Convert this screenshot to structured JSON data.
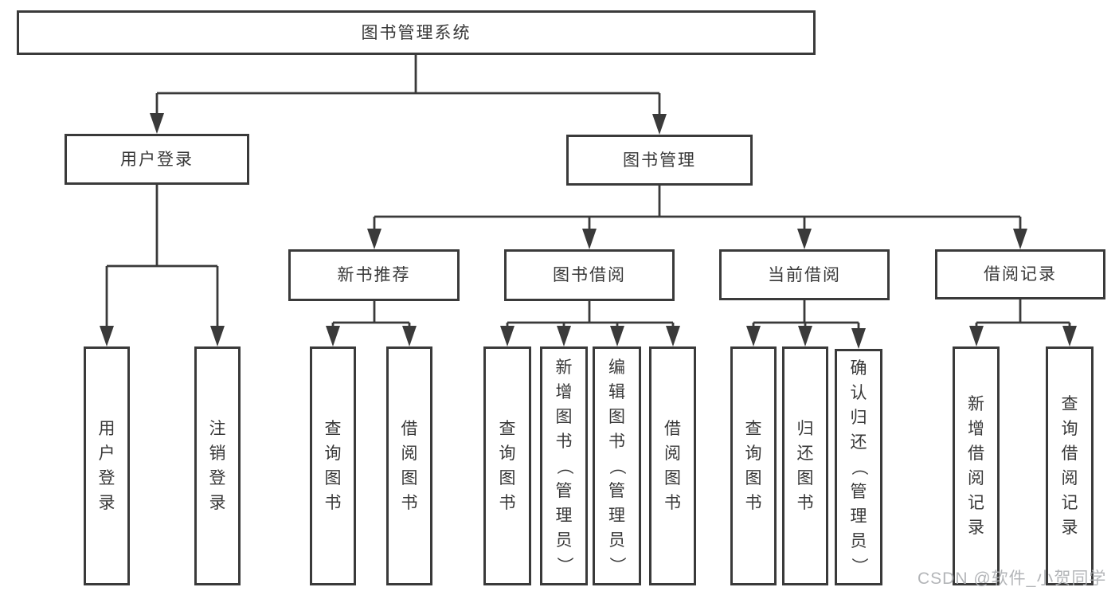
{
  "diagram": {
    "tree": {
      "root": {
        "label": "图书管理系统"
      },
      "branches": [
        {
          "label": "用户登录",
          "children": [
            {
              "label": "用户登录"
            },
            {
              "label": "注销登录"
            }
          ]
        },
        {
          "label": "图书管理",
          "children": [
            {
              "label": "新书推荐",
              "children": [
                {
                  "label": "查询图书"
                },
                {
                  "label": "借阅图书"
                }
              ]
            },
            {
              "label": "图书借阅",
              "children": [
                {
                  "label": "查询图书"
                },
                {
                  "label": "新增图书（管理员）"
                },
                {
                  "label": "编辑图书（管理员）"
                },
                {
                  "label": "借阅图书"
                }
              ]
            },
            {
              "label": "当前借阅",
              "children": [
                {
                  "label": "查询图书"
                },
                {
                  "label": "归还图书"
                },
                {
                  "label": "确认归还（管理员）"
                }
              ]
            },
            {
              "label": "借阅记录",
              "children": [
                {
                  "label": "新增借阅记录"
                },
                {
                  "label": "查询借阅记录"
                }
              ]
            }
          ]
        }
      ]
    },
    "watermark": "CSDN @软件_小贺同学",
    "colors": {
      "line": "#3a3a3a",
      "box_border": "#3a3a3a",
      "text": "#383838",
      "watermark_text": "#adafb2",
      "background": "#ffffff"
    }
  }
}
